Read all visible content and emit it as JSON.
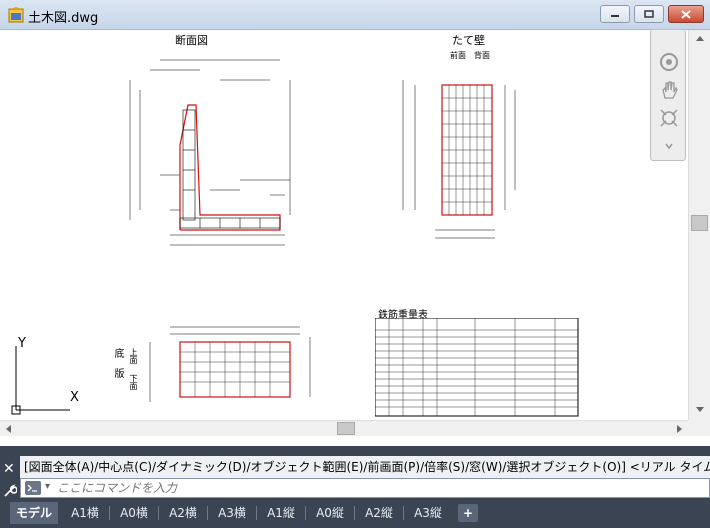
{
  "window": {
    "title": "土木図.dwg",
    "icon": "autocad-icon"
  },
  "drawing": {
    "section_view_title": "断面図",
    "wall_view_title": "たて壁",
    "wall_view_subtitle": "前面　背面",
    "plan_label_top": "底　版",
    "plan_label_upper": "上面",
    "plan_label_lower": "下面",
    "rebar_table_title": "鉄筋重量表",
    "ucs_y_label": "Y",
    "ucs_x_label": "X"
  },
  "command_line": {
    "history": "[図面全体(A)/中心点(C)/ダイナミック(D)/オブジェクト範囲(E)/前画面(P)/倍率(S)/窓(W)/選択オブジェクト(O)] <リアル タイム>:",
    "input_placeholder": "ここにコマンドを入力",
    "close_glyph": "✕"
  },
  "tabs": [
    {
      "label": "モデル",
      "active": true
    },
    {
      "label": "A1横",
      "active": false
    },
    {
      "label": "A0横",
      "active": false
    },
    {
      "label": "A2横",
      "active": false
    },
    {
      "label": "A3横",
      "active": false
    },
    {
      "label": "A1縦",
      "active": false
    },
    {
      "label": "A0縦",
      "active": false
    },
    {
      "label": "A2縦",
      "active": false
    },
    {
      "label": "A3縦",
      "active": false
    }
  ],
  "tab_add_label": "+",
  "colors": {
    "titlebar": "#c6d5e8",
    "command_bg": "#3b4453",
    "red_outline": "#d01010",
    "close_button": "#c84a33"
  }
}
